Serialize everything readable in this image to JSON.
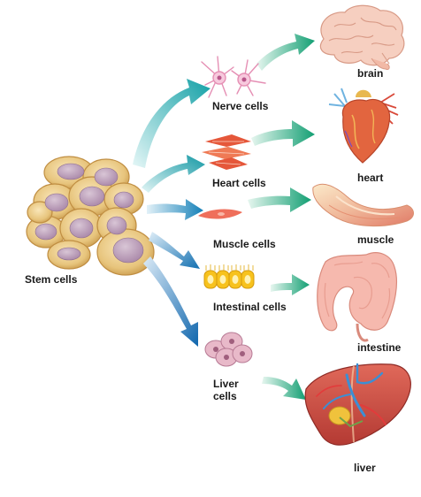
{
  "labels": {
    "stem": "Stem cells",
    "nerve": "Nerve cells",
    "heart_cells": "Heart cells",
    "muscle_cells": "Muscle cells",
    "intestinal": "Intestinal cells",
    "liver_cells": "Liver cells",
    "brain": "brain",
    "heart": "heart",
    "muscle": "muscle",
    "intestine": "intestine",
    "liver": "liver"
  },
  "colors": {
    "arrow_teal": "#1aa6a8",
    "arrow_blue": "#1478b4",
    "arrow_green": "#19a77a",
    "stem_cell": "#e9c680",
    "stem_nucleus": "#b79bb5",
    "organ_pink": "#f3b7ad",
    "liver_red": "#c9473c"
  },
  "icons": {
    "stem": "stem-cell-cluster-icon",
    "nerve": "neuron-icon",
    "heart_cells": "cardiac-fiber-icon",
    "muscle_cells": "muscle-fiber-icon",
    "intestinal": "intestinal-epithelium-icon",
    "liver_cells": "hepatocyte-icon",
    "brain": "brain-icon",
    "heart": "heart-organ-icon",
    "muscle": "muscle-organ-icon",
    "intestine": "intestine-icon",
    "liver": "liver-organ-icon"
  }
}
